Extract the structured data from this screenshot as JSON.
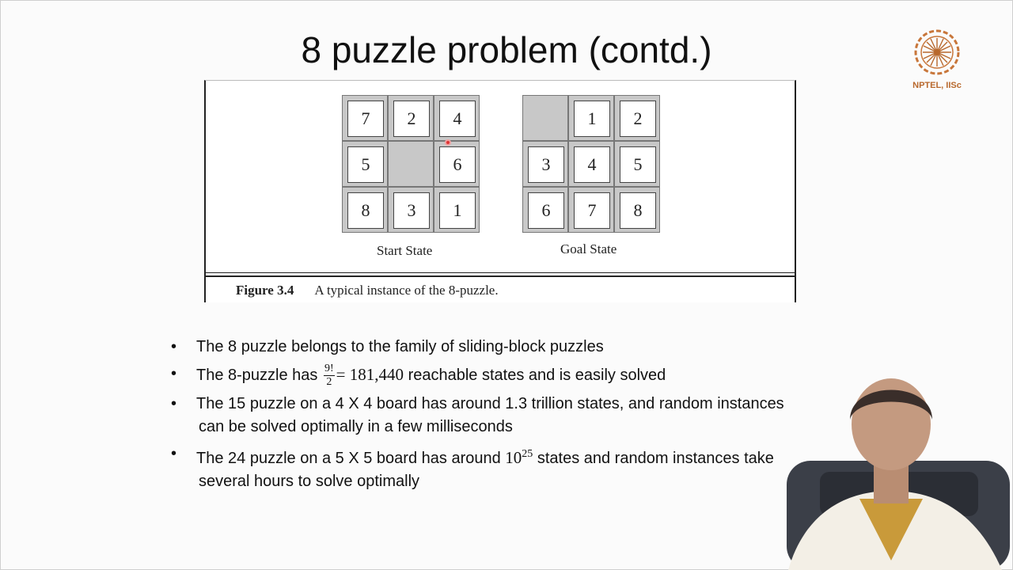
{
  "slide": {
    "title": "8 puzzle problem (contd.)"
  },
  "logo": {
    "text": "NPTEL, IISc",
    "colors": {
      "ring": "#c8763a",
      "spokes": "#b8682c"
    }
  },
  "figure": {
    "start_label": "Start State",
    "goal_label": "Goal State",
    "caption_number": "Figure 3.4",
    "caption_text": "A typical instance of the 8-puzzle.",
    "start_tiles": [
      "7",
      "2",
      "4",
      "5",
      "",
      "6",
      "8",
      "3",
      "1"
    ],
    "goal_tiles": [
      "",
      "1",
      "2",
      "3",
      "4",
      "5",
      "6",
      "7",
      "8"
    ]
  },
  "bullets": {
    "b1": "The 8 puzzle belongs to the  family of sliding-block puzzles",
    "b2_pre": "The 8-puzzle has",
    "b2_frac_num": "9!",
    "b2_frac_den": "2",
    "b2_eq": "= 181,440",
    "b2_post": "reachable states and is easily solved",
    "b3_line1": "The 15 puzzle on a 4 X 4 board has around 1.3 trillion states, and random instances",
    "b3_line2": "can be solved optimally in a few milliseconds",
    "b4_pre": "The 24 puzzle on a 5 X 5 board has around",
    "b4_base": "10",
    "b4_exp": "25",
    "b4_post": "states and random instances take",
    "b4_line2": "several hours to solve optimally",
    "marker": "•"
  }
}
